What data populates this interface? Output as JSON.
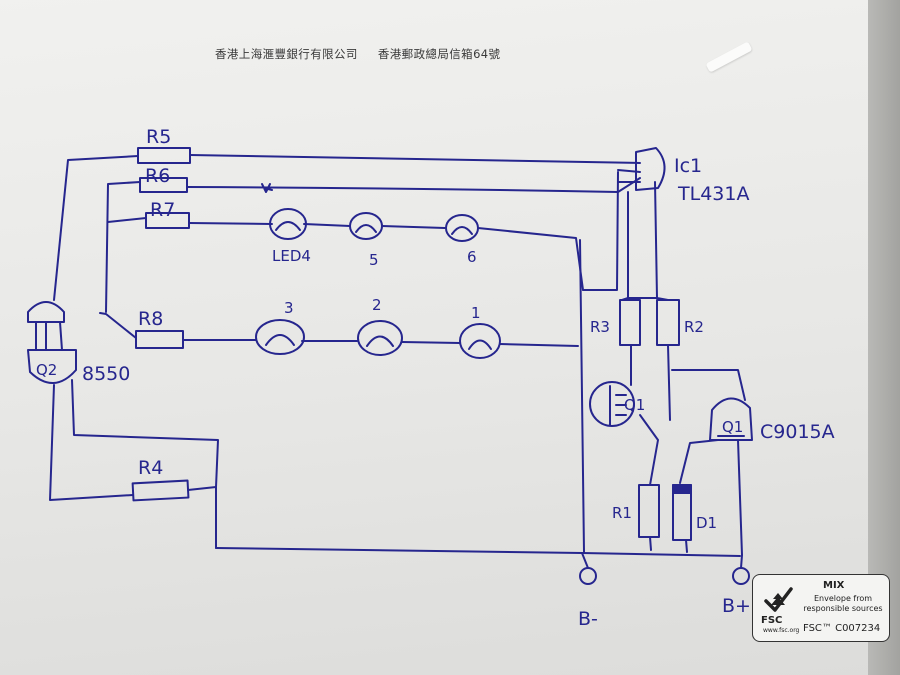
{
  "photo": {
    "header_company": "香港上海滙豐銀行有限公司",
    "header_address": "香港郵政總局信箱64號"
  },
  "schematic": {
    "resistors": [
      "R5",
      "R6",
      "R7",
      "R8",
      "R4",
      "R3",
      "R2",
      "R1"
    ],
    "leds_top_row": [
      "LED4",
      "5",
      "6"
    ],
    "leds_bottom_row": [
      "3",
      "2",
      "1"
    ],
    "ic": {
      "ref": "Ic1",
      "part": "TL431A"
    },
    "q2": {
      "ref": "Q2",
      "part": "8550"
    },
    "q1_left": {
      "ref": "Q1"
    },
    "q1_right": {
      "ref": "Q1",
      "part": "C9015A"
    },
    "diode": "D1",
    "terminal_negative": "B-",
    "terminal_positive": "B+",
    "ink_color": "#26268e"
  },
  "fsc_label": {
    "mix": "MIX",
    "line1": "Envelope from",
    "line2": "responsible sources",
    "brand": "FSC",
    "code": "FSC™ C007234",
    "url": "www.fsc.org"
  }
}
